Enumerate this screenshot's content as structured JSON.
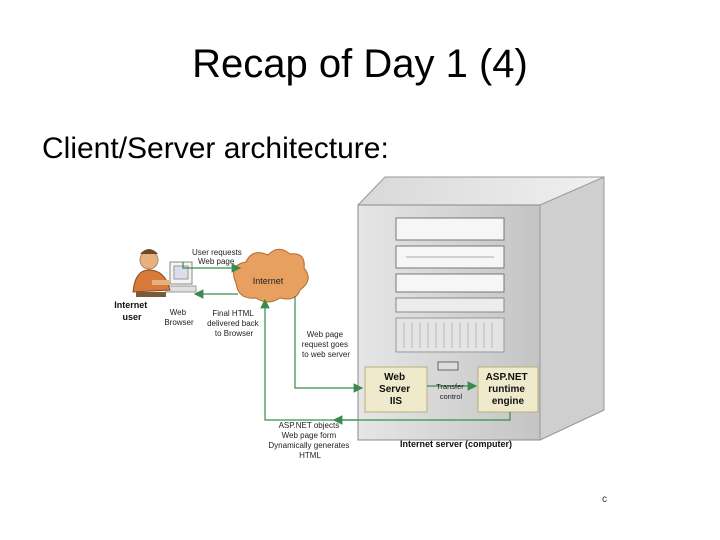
{
  "slide": {
    "title": "Recap of Day 1 (4)",
    "subtitle": "Client/Server architecture:",
    "page_number": "c"
  },
  "diagram": {
    "user_requests": [
      "User requests",
      "Web page"
    ],
    "internet": "Internet",
    "internet_user": [
      "Internet",
      "user"
    ],
    "web_browser": [
      "Web",
      "Browser"
    ],
    "final_html": [
      "Final HTML",
      "delivered back",
      "to Browser"
    ],
    "web_page_request": [
      "Web page",
      "request goes",
      "to web server"
    ],
    "web_server": [
      "Web",
      "Server",
      "IIS"
    ],
    "transfer": [
      "Transfer",
      "control"
    ],
    "aspnet_engine": [
      "ASP.NET",
      "runtime",
      "engine"
    ],
    "aspnet_objects": [
      "ASP.NET objects",
      "Web page form",
      "Dynamically generates",
      "HTML"
    ],
    "internet_server": "Internet server (computer)"
  },
  "colors": {
    "arrow": "#3a8a50",
    "cloud": "#e8a060",
    "server_box": "#efeacc",
    "tower": "#d4d4d4"
  }
}
